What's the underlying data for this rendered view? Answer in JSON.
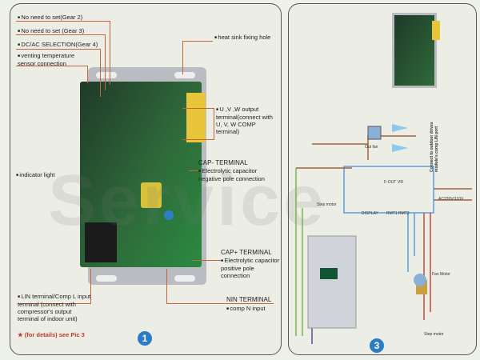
{
  "pic1": {
    "labels": {
      "gear2": "No need to set(Gear 2)",
      "gear3": "No need to set (Gear 3)",
      "gear4": "DC/AC SELECTION(Gear 4)",
      "venting": "venting temperature\nsensor connection",
      "heatsink": "heat sink fixing hole",
      "uvw": "U ,V ,W output terminal(connect with U, V, W COMP terminal)",
      "indicator": "indicator light",
      "capminus_title": "CAP- TERMINAL",
      "capminus_desc": "Electrolytic capacitor negative pole connection",
      "capplus_title": "CAP+ TERMINAL",
      "capplus_desc": "Electrolytic capacitor positive pole connection",
      "lin": "LIN terminal/Comp L input terminal (connect with compressor's output terminal of indoor unit)",
      "nin_title": "NIN TERMINAL",
      "nin_desc": "comp N input",
      "details": "★ (for details) see Pic 3"
    },
    "number": "1"
  },
  "pic3": {
    "labels": {
      "out_fan": "Out fan",
      "connect": "Connect to outdoor drives module's comp LIN port",
      "step_motor": "Step motor",
      "display": "DISPLAY",
      "rmt1": "RMT1",
      "rmt2": "RMT2",
      "ac": "AC220V/110V",
      "fan_motor": "Fan Motor",
      "step_motor2": "Step motor",
      "fout": "F-OUT",
      "vr": "VR"
    },
    "number": "3"
  },
  "watermark": "Service"
}
